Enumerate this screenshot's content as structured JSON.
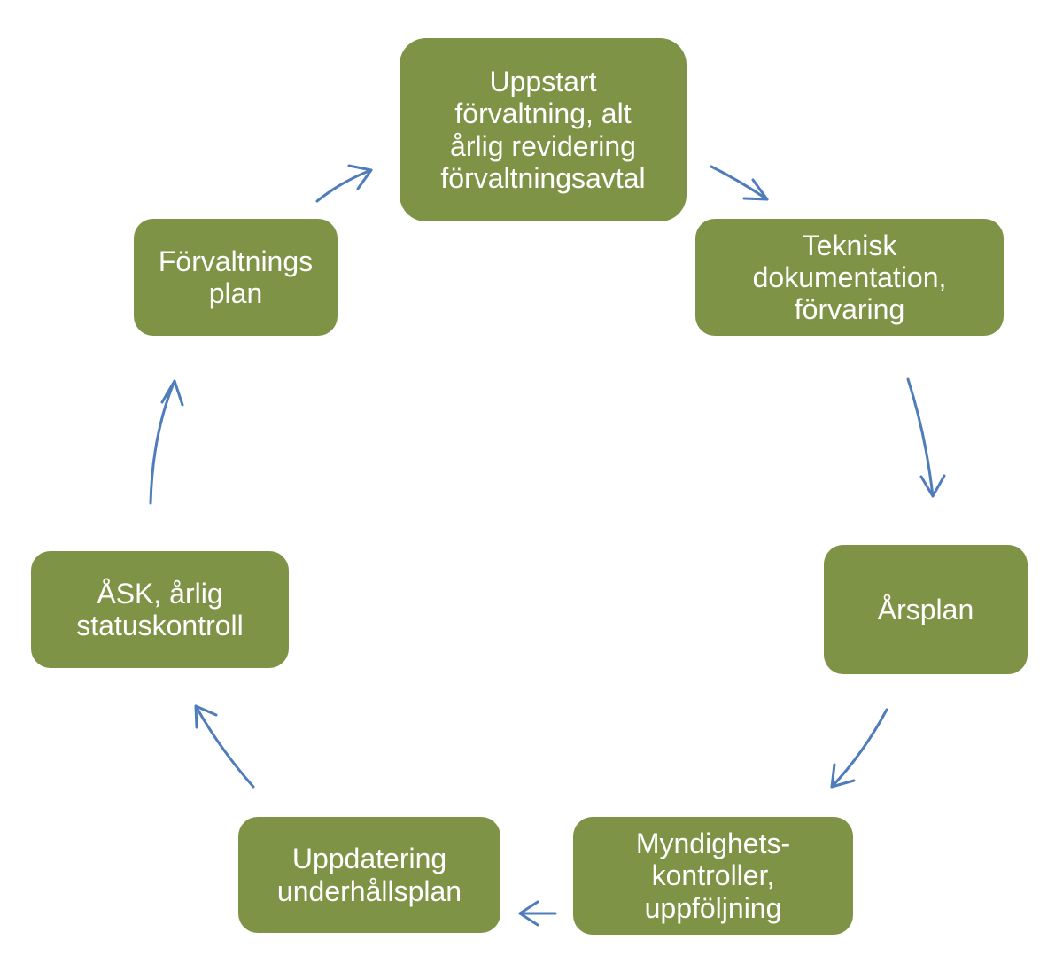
{
  "colors": {
    "node_fill": "#7f9347",
    "arrow": "#4f7cba",
    "text": "#ffffff",
    "background": "#ffffff"
  },
  "nodes": [
    {
      "id": "uppstart",
      "label": "Uppstart\nförvaltning, alt\nårlig revidering\nförvaltningsavtal"
    },
    {
      "id": "teknisk",
      "label": "Teknisk\ndokumentation,\nförvaring"
    },
    {
      "id": "arsplan",
      "label": "Årsplan"
    },
    {
      "id": "myndighet",
      "label": "Myndighets-\nkontroller,\nuppföljning"
    },
    {
      "id": "uppdatering",
      "label": "Uppdatering\nunderhållsplan"
    },
    {
      "id": "ask",
      "label": "ÅSK, årlig\nstatuskontroll"
    },
    {
      "id": "forvaltning",
      "label": "Förvaltnings\nplan"
    }
  ],
  "edges": [
    {
      "from": "uppstart",
      "to": "teknisk"
    },
    {
      "from": "teknisk",
      "to": "arsplan"
    },
    {
      "from": "arsplan",
      "to": "myndighet"
    },
    {
      "from": "myndighet",
      "to": "uppdatering"
    },
    {
      "from": "uppdatering",
      "to": "ask"
    },
    {
      "from": "ask",
      "to": "forvaltning"
    },
    {
      "from": "forvaltning",
      "to": "uppstart"
    }
  ]
}
